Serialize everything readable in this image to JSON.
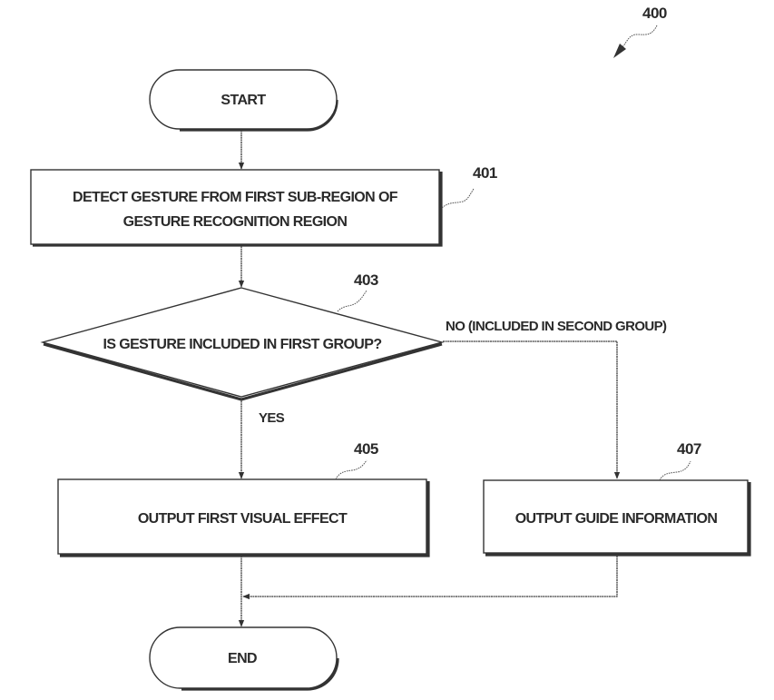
{
  "figure": {
    "reference": "400",
    "nodes": {
      "start": {
        "type": "terminal",
        "label": "START"
      },
      "step_401": {
        "type": "process",
        "ref": "401",
        "lines": [
          "DETECT GESTURE FROM FIRST SUB-REGION OF",
          "GESTURE RECOGNITION REGION"
        ]
      },
      "step_403": {
        "type": "decision",
        "ref": "403",
        "label": "IS GESTURE INCLUDED IN FIRST GROUP?"
      },
      "step_405": {
        "type": "process",
        "ref": "405",
        "label": "OUTPUT FIRST VISUAL EFFECT"
      },
      "step_407": {
        "type": "process",
        "ref": "407",
        "label": "OUTPUT GUIDE INFORMATION"
      },
      "end": {
        "type": "terminal",
        "label": "END"
      }
    },
    "edges": {
      "yes_label": "YES",
      "no_label": "NO (INCLUDED IN SECOND GROUP)"
    }
  }
}
